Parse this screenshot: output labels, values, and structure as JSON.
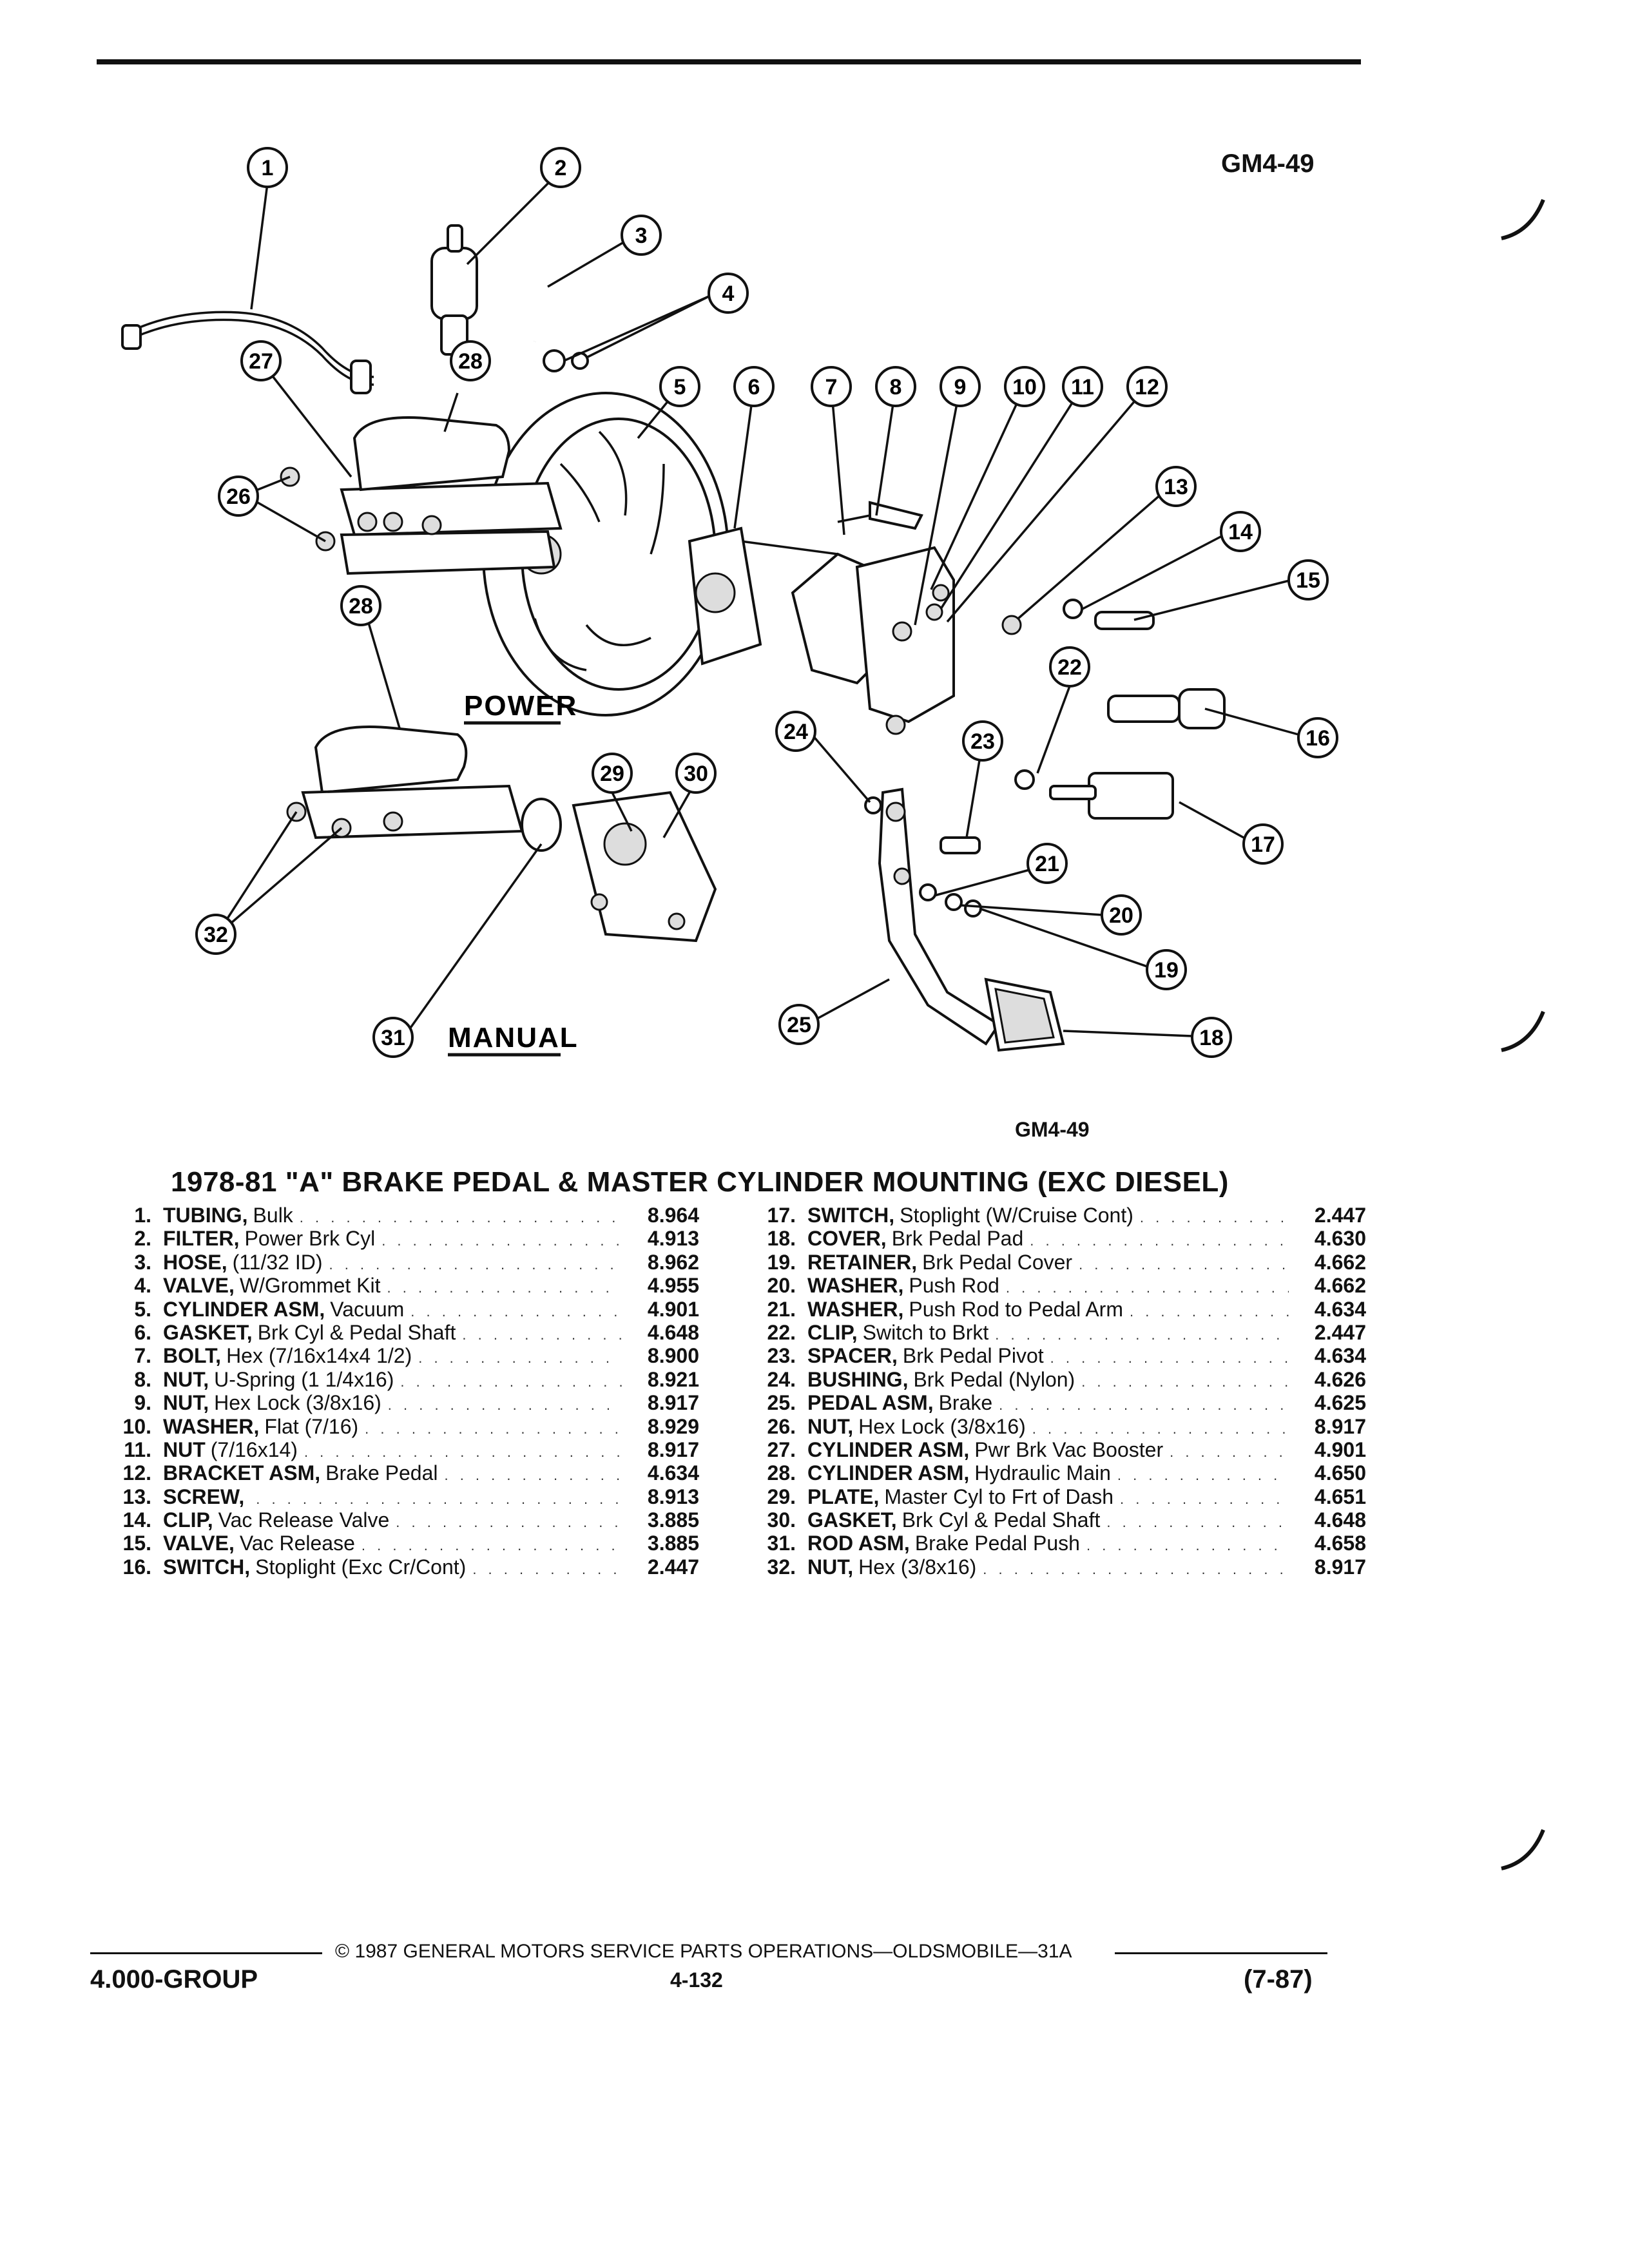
{
  "figure_code": "GM4-49",
  "figure_code_caption": "GM4-49",
  "section_labels": {
    "power": "POWER",
    "manual": "MANUAL"
  },
  "callouts": [
    "1",
    "2",
    "3",
    "4",
    "5",
    "6",
    "7",
    "8",
    "9",
    "10",
    "11",
    "12",
    "13",
    "14",
    "15",
    "16",
    "17",
    "18",
    "19",
    "20",
    "21",
    "22",
    "23",
    "24",
    "25",
    "26",
    "27",
    "28",
    "28",
    "29",
    "30",
    "31",
    "32"
  ],
  "title": "1978-81 \"A\" BRAKE PEDAL & MASTER CYLINDER MOUNTING (EXC DIESEL)",
  "parts_left": [
    {
      "num": "1.",
      "name": "TUBING,",
      "desc": "Bulk",
      "code": "8.964"
    },
    {
      "num": "2.",
      "name": "FILTER,",
      "desc": "Power Brk Cyl",
      "code": "4.913"
    },
    {
      "num": "3.",
      "name": "HOSE,",
      "desc": "(11/32 ID)",
      "code": "8.962"
    },
    {
      "num": "4.",
      "name": "VALVE,",
      "desc": "W/Grommet Kit",
      "code": "4.955"
    },
    {
      "num": "5.",
      "name": "CYLINDER ASM,",
      "desc": "Vacuum",
      "code": "4.901"
    },
    {
      "num": "6.",
      "name": "GASKET,",
      "desc": "Brk Cyl & Pedal Shaft",
      "code": "4.648"
    },
    {
      "num": "7.",
      "name": "BOLT,",
      "desc": "Hex (7/16x14x4 1/2)",
      "code": "8.900"
    },
    {
      "num": "8.",
      "name": "NUT,",
      "desc": "U-Spring (1 1/4x16)",
      "code": "8.921"
    },
    {
      "num": "9.",
      "name": "NUT,",
      "desc": "Hex Lock (3/8x16)",
      "code": "8.917"
    },
    {
      "num": "10.",
      "name": "WASHER,",
      "desc": "Flat (7/16)",
      "code": "8.929"
    },
    {
      "num": "11.",
      "name": "NUT",
      "desc": "(7/16x14)",
      "code": "8.917"
    },
    {
      "num": "12.",
      "name": "BRACKET ASM,",
      "desc": "Brake Pedal",
      "code": "4.634"
    },
    {
      "num": "13.",
      "name": "SCREW,",
      "desc": "",
      "code": "8.913"
    },
    {
      "num": "14.",
      "name": "CLIP,",
      "desc": "Vac Release Valve",
      "code": "3.885"
    },
    {
      "num": "15.",
      "name": "VALVE,",
      "desc": "Vac Release",
      "code": "3.885"
    },
    {
      "num": "16.",
      "name": "SWITCH,",
      "desc": "Stoplight (Exc Cr/Cont)",
      "code": "2.447"
    }
  ],
  "parts_right": [
    {
      "num": "17.",
      "name": "SWITCH,",
      "desc": "Stoplight (W/Cruise Cont)",
      "code": "2.447"
    },
    {
      "num": "18.",
      "name": "COVER,",
      "desc": "Brk Pedal Pad",
      "code": "4.630"
    },
    {
      "num": "19.",
      "name": "RETAINER,",
      "desc": "Brk Pedal Cover",
      "code": "4.662"
    },
    {
      "num": "20.",
      "name": "WASHER,",
      "desc": "Push Rod",
      "code": "4.662"
    },
    {
      "num": "21.",
      "name": "WASHER,",
      "desc": "Push Rod to Pedal Arm",
      "code": "4.634"
    },
    {
      "num": "22.",
      "name": "CLIP,",
      "desc": "Switch to Brkt",
      "code": "2.447"
    },
    {
      "num": "23.",
      "name": "SPACER,",
      "desc": "Brk Pedal Pivot",
      "code": "4.634"
    },
    {
      "num": "24.",
      "name": "BUSHING,",
      "desc": "Brk Pedal (Nylon)",
      "code": "4.626"
    },
    {
      "num": "25.",
      "name": "PEDAL ASM,",
      "desc": "Brake",
      "code": "4.625"
    },
    {
      "num": "26.",
      "name": "NUT,",
      "desc": "Hex Lock (3/8x16)",
      "code": "8.917"
    },
    {
      "num": "27.",
      "name": "CYLINDER ASM,",
      "desc": "Pwr Brk Vac Booster",
      "code": "4.901"
    },
    {
      "num": "28.",
      "name": "CYLINDER ASM,",
      "desc": "Hydraulic Main",
      "code": "4.650"
    },
    {
      "num": "29.",
      "name": "PLATE,",
      "desc": "Master Cyl to Frt of Dash",
      "code": "4.651"
    },
    {
      "num": "30.",
      "name": "GASKET,",
      "desc": "Brk Cyl & Pedal Shaft",
      "code": "4.648"
    },
    {
      "num": "31.",
      "name": "ROD ASM,",
      "desc": "Brake Pedal Push",
      "code": "4.658"
    },
    {
      "num": "32.",
      "name": "NUT,",
      "desc": "Hex (3/8x16)",
      "code": "8.917"
    }
  ],
  "footer": {
    "copyright": "© 1987 GENERAL MOTORS SERVICE PARTS OPERATIONS—OLDSMOBILE—31A",
    "group": "4.000-GROUP",
    "page": "4-132",
    "date": "(7-87)"
  }
}
